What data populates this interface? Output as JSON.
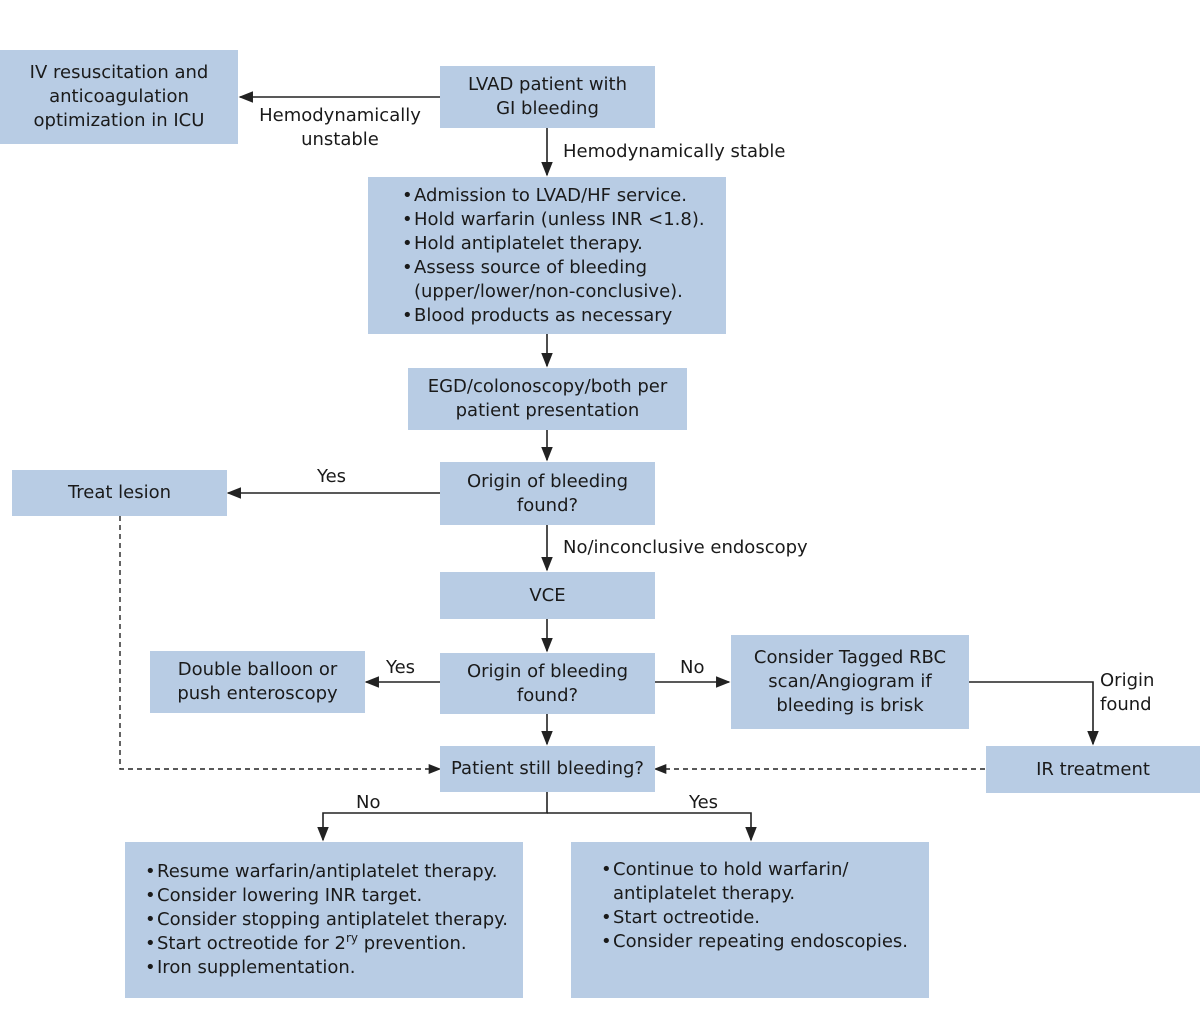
{
  "nodes": {
    "start": [
      "LVAD patient with",
      "GI bleeding"
    ],
    "icu": [
      "IV resuscitation and",
      "anticoagulation",
      "optimization in ICU"
    ],
    "admission": [
      {
        "text": "Admission to LVAD/HF service.",
        "bullet": true
      },
      {
        "text": "Hold warfarin (unless INR <1.8).",
        "bullet": true
      },
      {
        "text": "Hold antiplatelet therapy.",
        "bullet": true
      },
      {
        "text": "Assess source of bleeding",
        "bullet": true
      },
      {
        "text": "(upper/lower/non-conclusive).",
        "bullet": false
      },
      {
        "text": "Blood products as necessary",
        "bullet": true
      }
    ],
    "egd": [
      "EGD/colonoscopy/both per",
      "patient presentation"
    ],
    "origin1": [
      "Origin of bleeding",
      "found?"
    ],
    "treat": [
      "Treat lesion"
    ],
    "vce": [
      "VCE"
    ],
    "origin2": [
      "Origin of bleeding",
      "found?"
    ],
    "balloon": [
      "Double balloon or",
      "push enteroscopy"
    ],
    "tagged": [
      "Consider Tagged RBC",
      "scan/Angiogram if",
      "bleeding is brisk"
    ],
    "ir": [
      "IR treatment"
    ],
    "still": [
      "Patient still bleeding?"
    ],
    "no_branch": {
      "items": [
        "Resume warfarin/antiplatelet therapy.",
        "Consider lowering INR target.",
        "Consider stopping antiplatelet therapy."
      ],
      "octreotide_pre": "Start octreotide for 2",
      "octreotide_sup": "ry",
      "octreotide_post": " prevention.",
      "last": "Iron supplementation."
    },
    "yes_branch": [
      {
        "text": "Continue to hold warfarin/",
        "bullet": true
      },
      {
        "text": "antiplatelet therapy.",
        "bullet": false
      },
      {
        "text": "Start octreotide.",
        "bullet": true
      },
      {
        "text": "Consider repeating endoscopies.",
        "bullet": true
      }
    ]
  },
  "edge_labels": {
    "unstable": [
      "Hemodynamically",
      "unstable"
    ],
    "stable": "Hemodynamically stable",
    "yes1": "Yes",
    "no_inconclusive": "No/inconclusive endoscopy",
    "yes2": "Yes",
    "no2": "No",
    "origin_found": [
      "Origin",
      "found"
    ],
    "no3": "No",
    "yes3": "Yes"
  },
  "colors": {
    "box_fill": "#b8cce4",
    "line": "#222222",
    "text": "#1a1a1a"
  }
}
